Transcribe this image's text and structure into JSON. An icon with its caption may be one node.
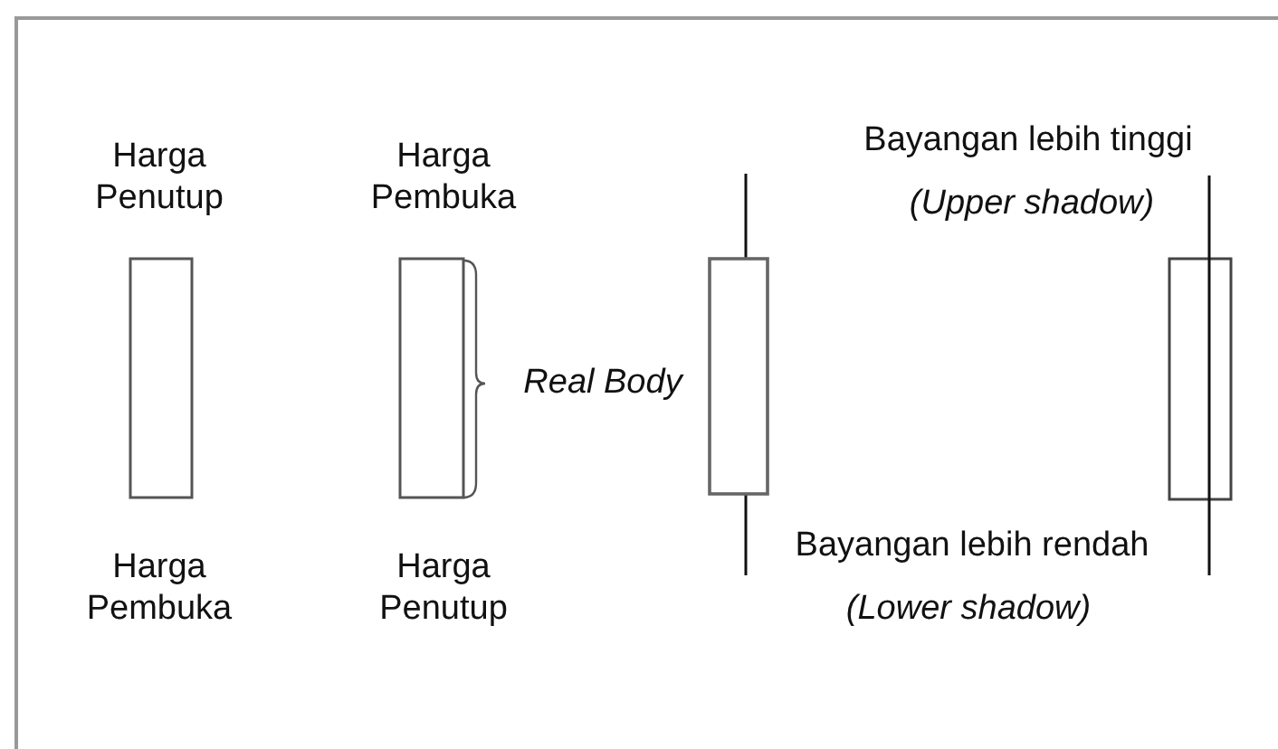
{
  "diagram": {
    "labels": [
      "Harga Penutup",
      "Harga Pembuka",
      "Bayangan lebih tinggi",
      "(Upper shadow)",
      "Real Body",
      "Harga Pembuka",
      "Harga Penutup",
      "Bayangan lebih rendah",
      "(Lower shadow)"
    ]
  }
}
